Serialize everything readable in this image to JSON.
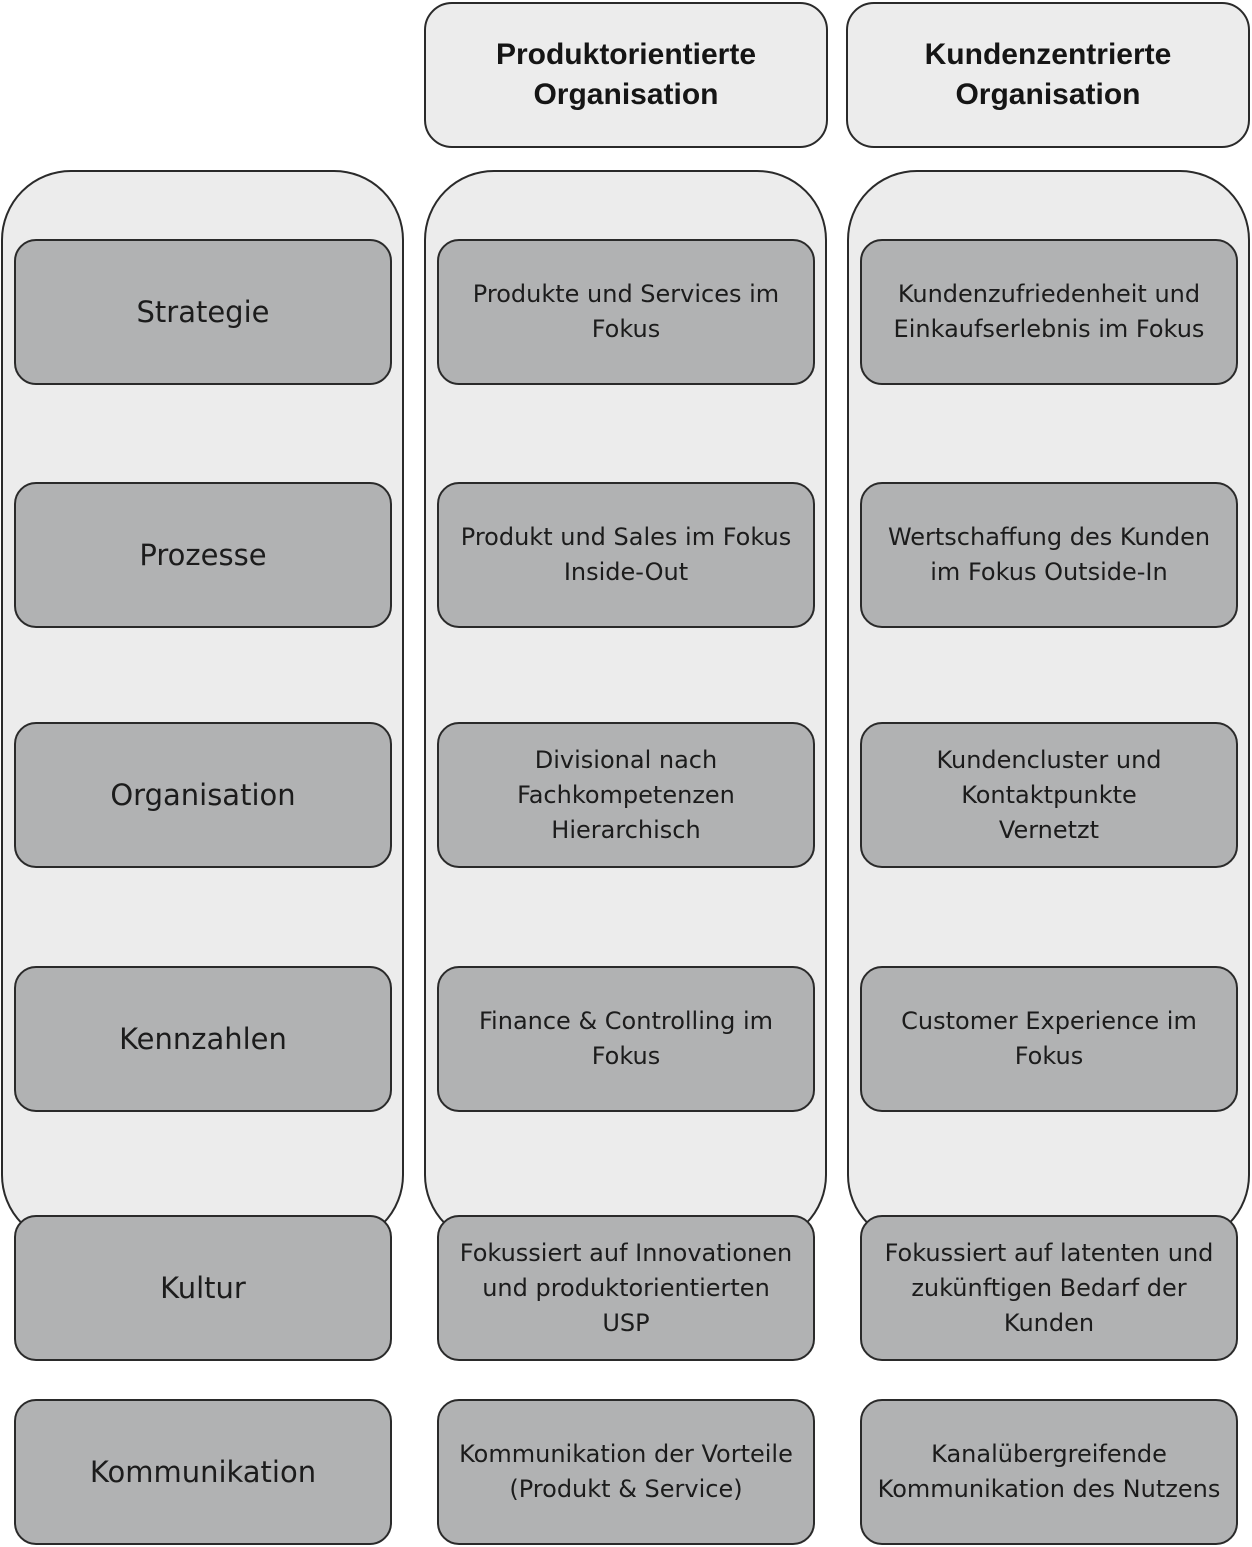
{
  "headers": {
    "product": "Produktorientierte\nOrganisation",
    "customer": "Kundenzentrierte\nOrganisation"
  },
  "rows": [
    {
      "label": "Strategie",
      "product": "Produkte und Services im\nFokus",
      "customer": "Kundenzufriedenheit und\nEinkaufserlebnis im Fokus"
    },
    {
      "label": "Prozesse",
      "product": "Produkt und Sales im Fokus\nInside-Out",
      "customer": "Wertschaffung des Kunden\nim Fokus Outside-In"
    },
    {
      "label": "Organisation",
      "product": "Divisional nach\nFachkompetenzen\nHierarchisch",
      "customer": "Kundencluster und\nKontaktpunkte\nVernetzt"
    },
    {
      "label": "Kennzahlen",
      "product": "Finance & Controlling im\nFokus",
      "customer": "Customer Experience im\nFokus"
    },
    {
      "label": "Kultur",
      "product": "Fokussiert auf Innovationen\nund produktorientierten\nUSP",
      "customer": "Fokussiert auf latenten und\nzukünftigen Bedarf der\nKunden"
    },
    {
      "label": "Kommunikation",
      "product": "Kommunikation der Vorteile\n(Produkt & Service)",
      "customer": "Kanalübergreifende\nKommunikation des Nutzens"
    }
  ]
}
